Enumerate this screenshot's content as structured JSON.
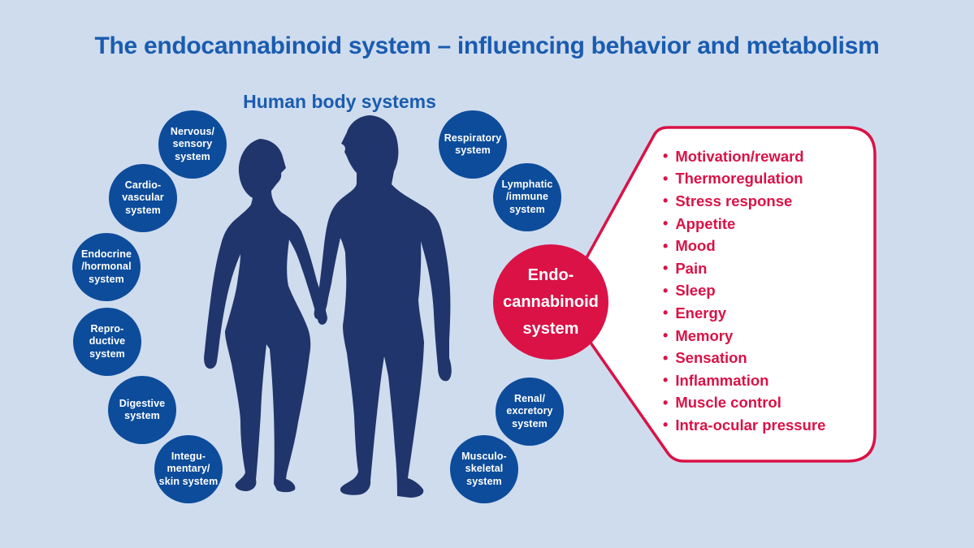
{
  "title": "The endocannabinoid system – influencing behavior and metabolism",
  "subtitle": "Human body systems",
  "body_systems": [
    {
      "id": "nervous",
      "lines": [
        "Nervous/",
        "sensory",
        "system"
      ]
    },
    {
      "id": "cardiovascular",
      "lines": [
        "Cardio-",
        "vascular",
        "system"
      ]
    },
    {
      "id": "endocrine",
      "lines": [
        "Endocrine",
        "/hormonal",
        "system"
      ]
    },
    {
      "id": "reproductive",
      "lines": [
        "Repro-",
        "ductive",
        "system"
      ]
    },
    {
      "id": "digestive",
      "lines": [
        "Digestive",
        "system"
      ]
    },
    {
      "id": "integumentary",
      "lines": [
        "Integu-",
        "mentary/",
        "skin system"
      ]
    },
    {
      "id": "respiratory",
      "lines": [
        "Respiratory",
        "system"
      ]
    },
    {
      "id": "lymphatic",
      "lines": [
        "Lymphatic",
        "/immune",
        "system"
      ]
    },
    {
      "id": "renal",
      "lines": [
        "Renal/",
        "excretory",
        "system"
      ]
    },
    {
      "id": "musculoskeletal",
      "lines": [
        "Musculo-",
        "skeletal",
        "system"
      ]
    }
  ],
  "ecs_circle": {
    "lines": [
      "Endo-",
      "cannabinoid",
      "system"
    ]
  },
  "effects": {
    "bullet": "•",
    "items": [
      "Motivation/reward",
      "Thermoregulation",
      "Stress response",
      "Appetite",
      "Mood",
      "Pain",
      "Sleep",
      "Energy",
      "Memory",
      "Sensation",
      "Inflammation",
      "Muscle control",
      "Intra-ocular pressure"
    ]
  },
  "colors": {
    "background": "#cfdcee",
    "heading_blue": "#1a5cb0",
    "circle_blue": "#0d4c9b",
    "silhouette_navy": "#20356b",
    "accent_crimson": "#da1246",
    "text_white": "#ffffff"
  }
}
